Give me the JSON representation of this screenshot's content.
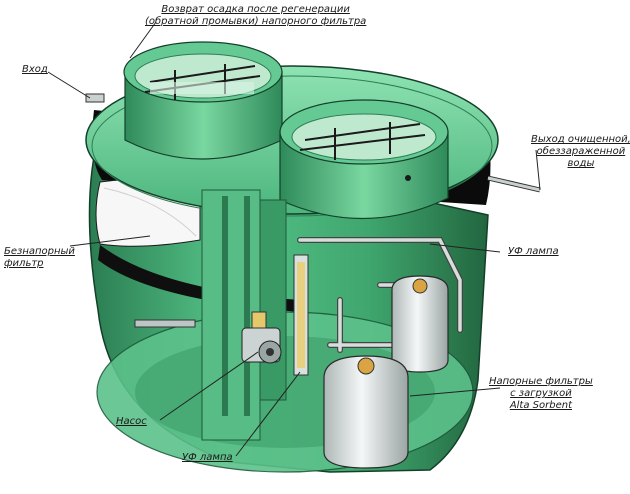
{
  "labels": {
    "backwash": {
      "line1": "Возврат осадка после регенерации",
      "line2": "(обратной промывки) напорного фильтра"
    },
    "inlet": {
      "line1": "Вход"
    },
    "outlet": {
      "line1": "Выход очищенной,",
      "line2": "обеззараженной",
      "line3": "воды"
    },
    "gravity_filter": {
      "line1": "Безнапорный",
      "line2": "фильтр"
    },
    "uv_lamp_right": {
      "line1": "УФ лампа"
    },
    "pressure_filters": {
      "line1": "Напорные фильтры",
      "line2": "с загрузкой",
      "line3": "Alta Sorbent"
    },
    "pump": {
      "line1": "Насос"
    },
    "uv_lamp_bottom": {
      "line1": "УФ лампа"
    }
  },
  "colors": {
    "tank_body": "#3fa66e",
    "tank_light": "#7fd9a4",
    "tank_dark": "#1d5a3a",
    "shadow_band": "#0b0b0b",
    "metal": "#c9d2cf",
    "filter_vessel": "#e9eeee",
    "leader_line": "#222222"
  },
  "icons": {
    "pipe": "pipe-icon",
    "filter_vessel": "filter-vessel-icon",
    "pump": "pump-icon",
    "uv_lamp": "uv-lamp-icon"
  }
}
